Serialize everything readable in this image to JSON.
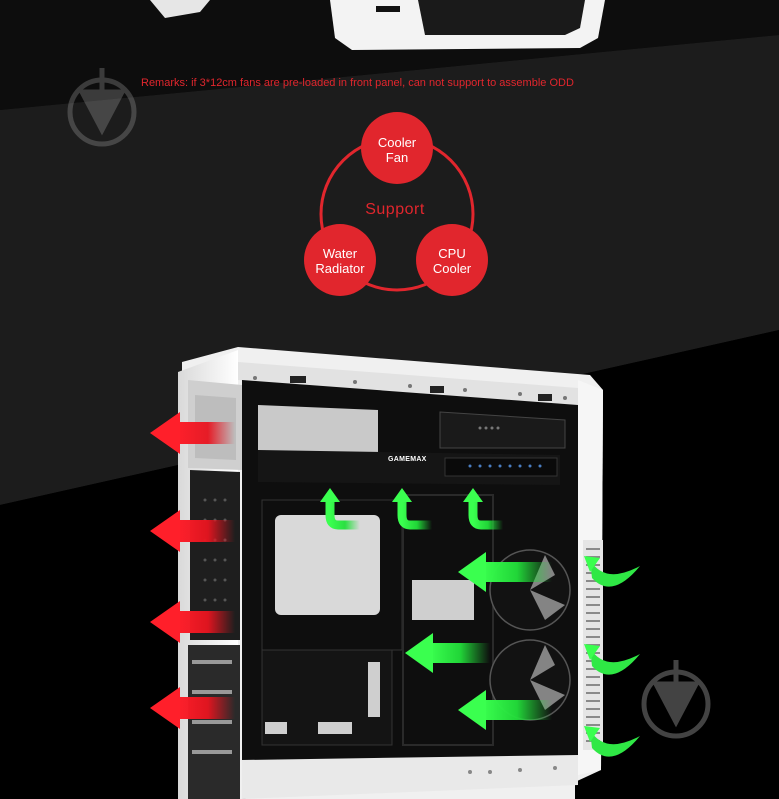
{
  "remarks": "Remarks: if 3*12cm fans are pre-loaded in front panel, can not support to assemble ODD",
  "support": {
    "title": "Support",
    "items": [
      {
        "line1": "Cooler",
        "line2": "Fan"
      },
      {
        "line1": "Water",
        "line2": "Radiator"
      },
      {
        "line1": "CPU",
        "line2": "Cooler"
      }
    ]
  },
  "case": {
    "brand": "GAMEMAX"
  },
  "watermark_icon": "download-arrow-icon",
  "colors": {
    "accent": "#e1262d",
    "exhaust_arrow": "#e8141f",
    "intake_arrow": "#22e03a",
    "background": "#000000",
    "case_white": "#f2f2f2"
  }
}
